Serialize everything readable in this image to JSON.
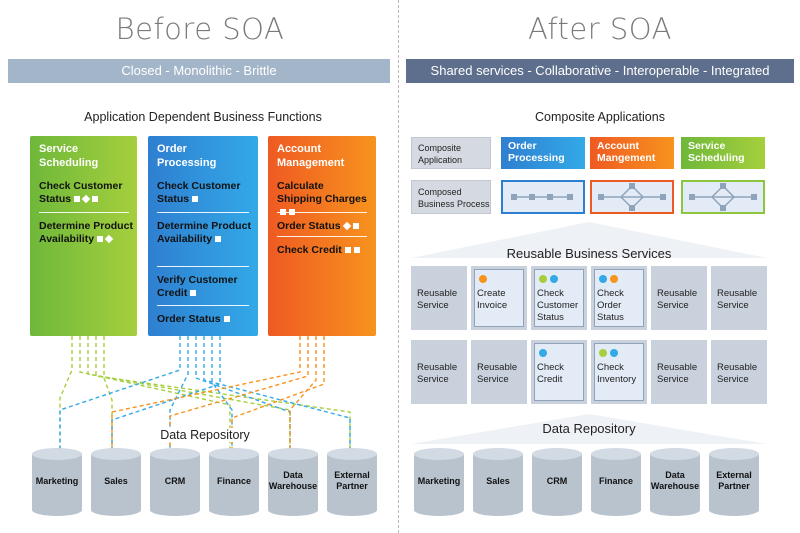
{
  "left": {
    "title": "Before SOA",
    "banner": "Closed - Monolithic - Brittle",
    "section_title": "Application Dependent Business Functions",
    "columns": [
      {
        "name": "Service Scheduling",
        "items": [
          "Check Customer Status",
          "Determine Product Availability"
        ]
      },
      {
        "name": "Order Processing",
        "items": [
          "Check Customer Status",
          "Determine Product Availability",
          "Verify Customer Credit",
          "Order Status"
        ]
      },
      {
        "name": "Account Management",
        "items": [
          "Calculate Shipping Charges",
          "Order Status",
          "Check Credit"
        ]
      }
    ],
    "repo_title": "Data Repository",
    "repos": [
      "Marketing",
      "Sales",
      "CRM",
      "Finance",
      "Data Warehouse",
      "External Partner"
    ]
  },
  "right": {
    "title": "After SOA",
    "banner": "Shared services - Collaborative - Interoperable - Integrated",
    "section_title": "Composite Applications",
    "row_labels": [
      "Composite Application",
      "Composed Business Process"
    ],
    "apps": [
      "Order Processing",
      "Account Mangement",
      "Service Scheduling"
    ],
    "services_title": "Reusable Business Services",
    "services_row1": [
      "Reusable Service",
      "Create Invoice",
      "Check Customer Status",
      "Check Order Status",
      "Reusable Service",
      "Reusable Service"
    ],
    "services_row2": [
      "Reusable Service",
      "Reusable Service",
      "Check Credit",
      "Check Inventory",
      "Reusable Service",
      "Reusable Service"
    ],
    "repo_title": "Data Repository",
    "repos": [
      "Marketing",
      "Sales",
      "CRM",
      "Finance",
      "Data Warehouse",
      "External Partner"
    ]
  },
  "colors": {
    "green": "#8cc63f",
    "blue": "#29a8e0",
    "orange": "#f7941d",
    "banner_left": "#a3b5c8",
    "banner_right": "#5d6f8c",
    "cylinder": "#b9c3ce"
  }
}
